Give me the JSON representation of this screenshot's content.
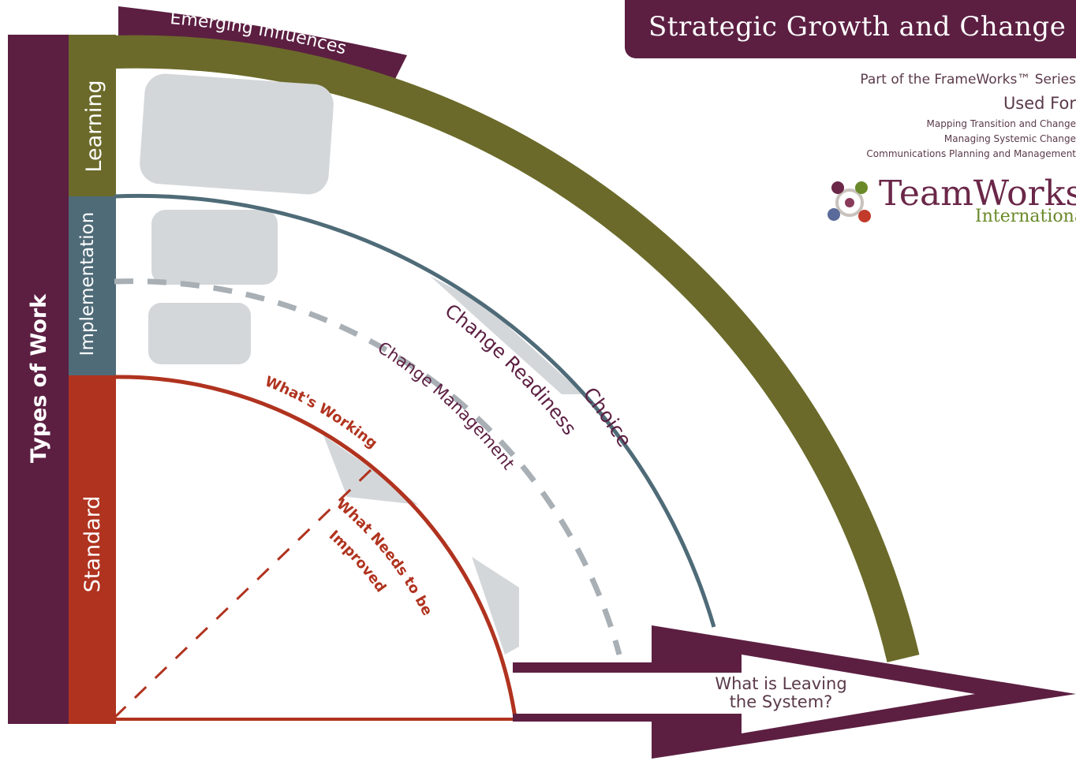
{
  "header": {
    "title": "Strategic Growth and Change",
    "series": "Part of the FrameWorks™ Series",
    "used_for": "Used For",
    "uses": [
      "Mapping Transition and Change",
      "Managing Systemic Change",
      "Communications Planning and Management"
    ]
  },
  "logo": {
    "name": "TeamWorks",
    "sub": "International",
    "icon": "people-circle-icon"
  },
  "diagram": {
    "types_of_work": "Types of Work",
    "bands": {
      "learning": "Learning",
      "implementation": "Implementation",
      "standard": "Standard"
    },
    "emerging": "Emerging Influences",
    "choice": "Choice",
    "change_readiness": "Change Readiness",
    "change_management": "Change Management",
    "whats_working": "What's Working",
    "needs_improved_1": "What Needs to be",
    "needs_improved_2": "Improved",
    "leaving_1": "What is Leaving",
    "leaving_2": "the System?"
  },
  "colors": {
    "plum": "#5c1f42",
    "olive": "#6b6a2a",
    "slate": "#4f6b78",
    "rust": "#b0331f",
    "grey": "#d4d7da"
  }
}
